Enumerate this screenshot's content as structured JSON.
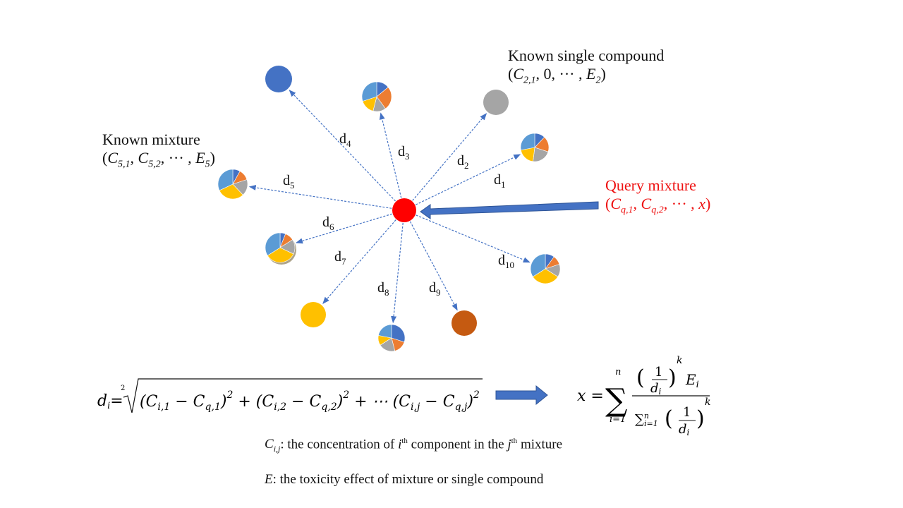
{
  "labels": {
    "single_compound": {
      "title": "Known single compound",
      "tuple": "(C2,1, 0, ··· , E2)"
    },
    "known_mixture": {
      "title": "Known mixture",
      "tuple": "(C5,1, C5,2, ··· , E5)"
    },
    "query_mixture": {
      "title": "Query mixture",
      "tuple": "(Cq,1, Cq,2, ··· , x)"
    }
  },
  "distances": [
    {
      "base": "d",
      "sub": "1"
    },
    {
      "base": "d",
      "sub": "2"
    },
    {
      "base": "d",
      "sub": "3"
    },
    {
      "base": "d",
      "sub": "4"
    },
    {
      "base": "d",
      "sub": "5"
    },
    {
      "base": "d",
      "sub": "6"
    },
    {
      "base": "d",
      "sub": "7"
    },
    {
      "base": "d",
      "sub": "8"
    },
    {
      "base": "d",
      "sub": "9"
    },
    {
      "base": "d",
      "sub": "10"
    }
  ],
  "formulas": {
    "distance": "di = √((Ci,1 − Cq,1)² + (Ci,2 − Cq,2)² + ⋯ (Ci,j − Cq,j)²)",
    "root_index": "2",
    "prediction": "x = Σ (1/di)^k Ei / Σ (1/di)^k"
  },
  "notes": {
    "concentration": "Ci,j: the concentration of ith component in the jth mixture",
    "toxicity": "E: the toxicity effect of mixture or single compound"
  },
  "colors": {
    "query": "#ff0000",
    "arrow": "#4472c4",
    "blue": "#4472c4",
    "lightblue": "#5b9bd5",
    "orange": "#ed7d31",
    "gray": "#a5a5a5",
    "yellow": "#ffc000",
    "brown": "#c55a11"
  }
}
